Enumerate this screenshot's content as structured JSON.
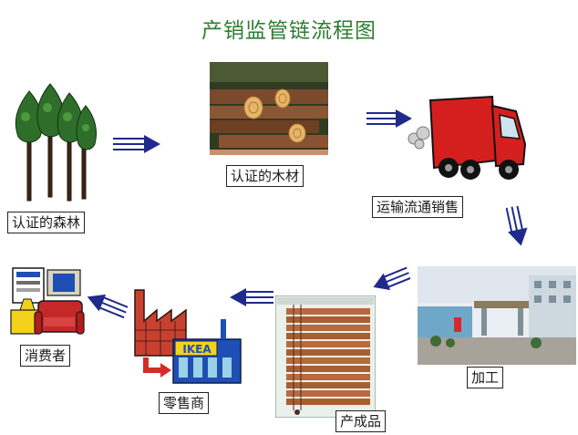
{
  "title": "产销监管链流程图",
  "colors": {
    "title": "#2e7d32",
    "arrow": "#1f2a8a",
    "truck": "#d51f1f",
    "factory": "#c8412f",
    "ikea_blue": "#1f4fb4",
    "ikea_yellow": "#f3d21b",
    "sofa": "#c62828",
    "blinds": "#b86a3c"
  },
  "steps": [
    {
      "id": "forest",
      "label": "认证的森林",
      "icon": "trees-icon"
    },
    {
      "id": "timber",
      "label": "认证的木材",
      "icon": "logs-photo"
    },
    {
      "id": "transport",
      "label": "运输流通销售",
      "icon": "truck-icon"
    },
    {
      "id": "processing",
      "label": "加工",
      "icon": "factory-photo"
    },
    {
      "id": "product",
      "label": "产成品",
      "icon": "blinds-photo"
    },
    {
      "id": "retailer",
      "label": "零售商",
      "icon": "store-icon"
    },
    {
      "id": "consumer",
      "label": "消费者",
      "icon": "living-room-icon"
    }
  ],
  "retailer_sign": "IKEA"
}
